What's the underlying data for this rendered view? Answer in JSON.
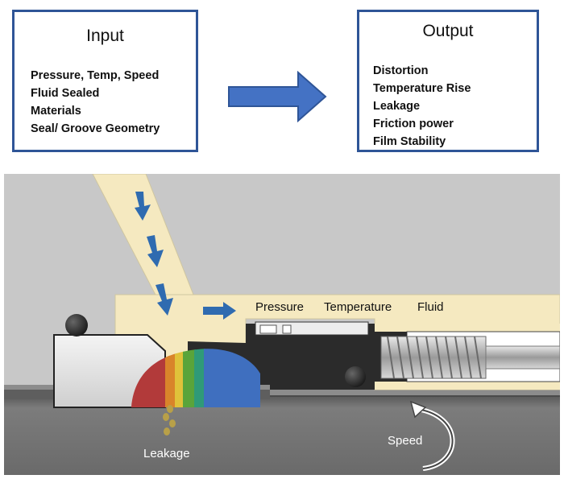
{
  "input": {
    "title": "Input",
    "items": [
      "Pressure, Temp, Speed",
      "Fluid Sealed",
      "Materials",
      "Seal/ Groove Geometry"
    ]
  },
  "output": {
    "title": "Output",
    "items": [
      "Distortion",
      "Temperature Rise",
      "Leakage",
      "Friction power",
      "Film Stability"
    ]
  },
  "labels": {
    "pressure": "Pressure",
    "temperature": "Temperature",
    "fluid": "Fluid",
    "leakage": "Leakage",
    "speed": "Speed"
  },
  "colors": {
    "box_border": "#2f5597",
    "arrow_blue": "#4472c4",
    "fluid_cream": "#f5e9c0",
    "housing_gray": "#c8c8c8",
    "shaft_gray": "#6e6e6e",
    "seal_black": "#2b2b2b",
    "leak_drops": "#b8a048"
  }
}
